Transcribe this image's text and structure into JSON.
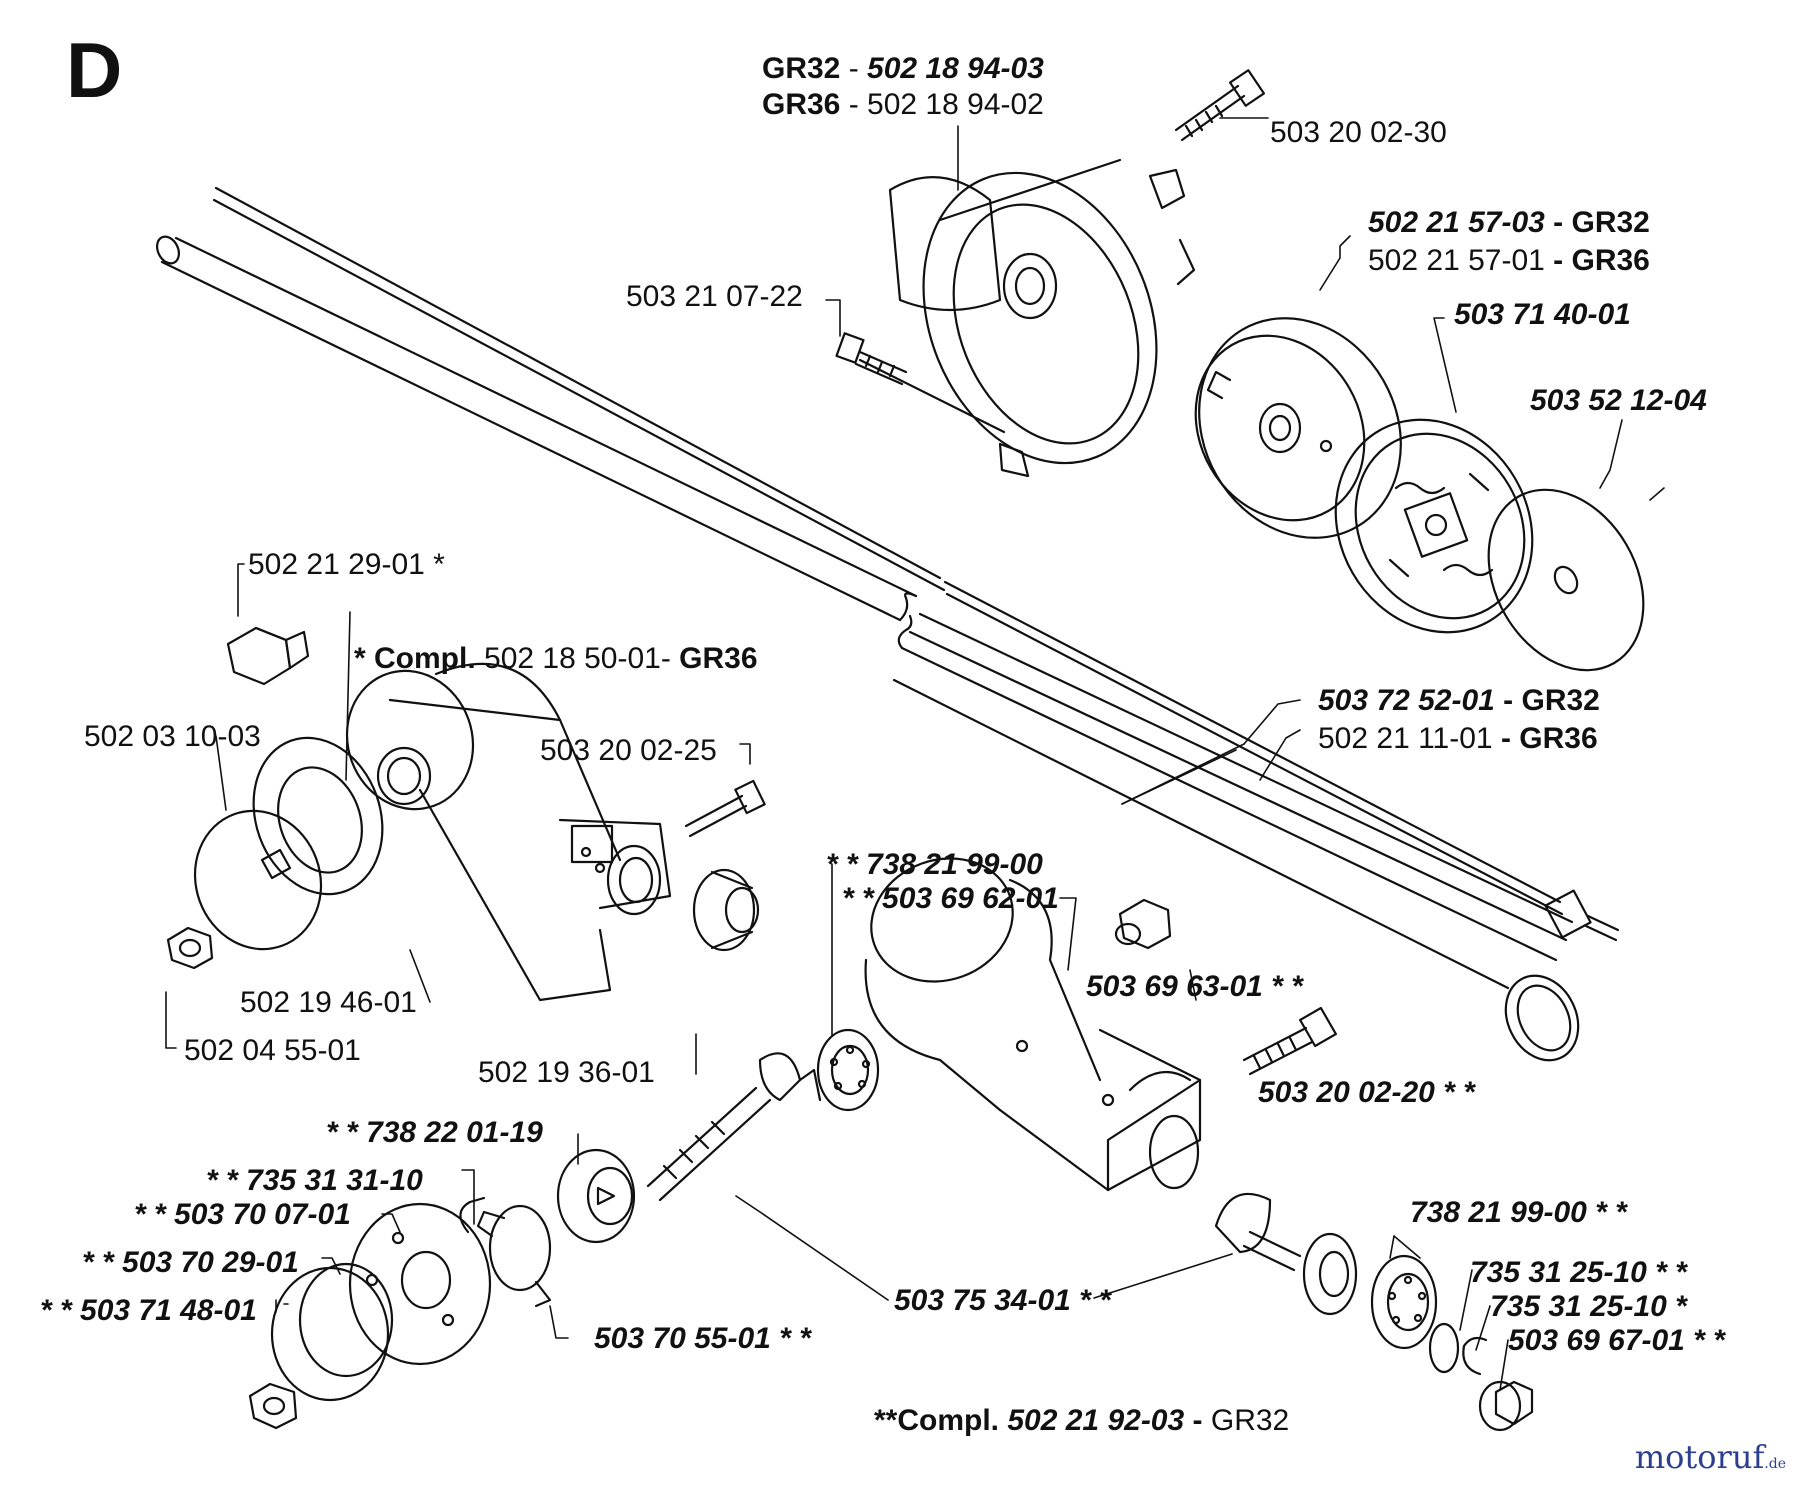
{
  "section_letter": "D",
  "logo": {
    "name": "motoruf",
    "suffix": ".de"
  },
  "labels": {
    "gear_housing": {
      "gr32_tag": "GR32",
      "gr32_num": "502 18 94-03",
      "gr36_tag": "GR36",
      "gr36_num": "502 18 94-02",
      "sep": " - "
    },
    "screw_top": "503 20 02-30",
    "clutch_drum": {
      "gr32_num": "502 21 57-03",
      "gr32_tag": "GR32",
      "gr36_num": "502 21 57-01",
      "gr36_tag": "GR36",
      "sep": " - "
    },
    "screw_left": "503 21 07-22",
    "clutch": "503 71 40-01",
    "washer": "503 52 12-04",
    "plug": "502 21 29-01 *",
    "compl_gr36": {
      "prefix": "* Compl.",
      "num": "502 18 50-01-",
      "tag": "GR36"
    },
    "tube": {
      "gr32_num": "503 72 52-01",
      "gr32_tag": "GR32",
      "gr36_num": "502 21 11-01",
      "gr36_tag": "GR36",
      "sep": " - "
    },
    "flange_disc": "502 03 10-03",
    "screw_mid": "503 20 02-25",
    "bearing_a": "* * 738 21 99-00",
    "seal_a": "* * 503 69 62-01",
    "plug_b": "503 69 63-01 * *",
    "guard_washer": "502 19 46-01",
    "nut_a": "502 04 55-01",
    "spacer": "502 19 36-01",
    "screw_b": "503 20 02-20 * *",
    "bearing_b": "* * 738 22 01-19",
    "circlip_a": "* * 735 31 31-10",
    "flange_b": "* * 503 70 07-01",
    "bearing_c": "738 21 99-00 * *",
    "washer_b": "* * 503 70 29-01",
    "circlip_b": "735 31 25-10 * *",
    "circlip_c": "735 31 25-10 *",
    "nut_b": "* * 503 71 48-01",
    "shaft": "503 75 34-01 * *",
    "ring": "503 69 67-01 * *",
    "cover": "503 70 55-01 * *",
    "compl_gr32": {
      "prefix": "**Compl.",
      "num": "502 21 92-03",
      "sep": " - ",
      "tag": "GR32"
    }
  }
}
